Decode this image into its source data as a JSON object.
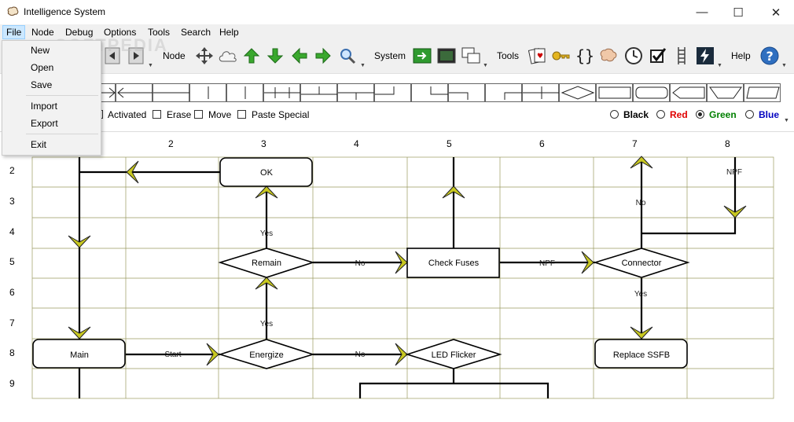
{
  "window": {
    "title": "Intelligence System"
  },
  "menubar": {
    "items": [
      {
        "label": "File"
      },
      {
        "label": "Node"
      },
      {
        "label": "Debug"
      },
      {
        "label": "Options"
      },
      {
        "label": "Tools"
      },
      {
        "label": "Search"
      },
      {
        "label": "Help"
      }
    ]
  },
  "file_menu": {
    "items": [
      {
        "label": "New"
      },
      {
        "label": "Open"
      },
      {
        "label": "Save"
      },
      {
        "label": "Import"
      },
      {
        "label": "Export"
      },
      {
        "label": "Exit"
      }
    ]
  },
  "toolbar": {
    "node_label": "Node",
    "system_label": "System",
    "tools_label": "Tools",
    "help_label": "Help",
    "dropdown_glyph": "▼",
    "icons": {
      "move": "move-arrows-icon",
      "cloud": "cloud-icon",
      "up": "arrow-up-icon",
      "down": "arrow-down-icon",
      "left": "arrow-left-icon",
      "right": "arrow-right-icon",
      "search": "magnifier-icon",
      "run": "run-icon",
      "terminal": "terminal-icon",
      "windows": "windows-icon",
      "cards": "cards-icon",
      "key": "key-icon",
      "braces": "braces-icon",
      "brain": "brain-icon",
      "clock": "clock-icon",
      "check": "checkbox-icon",
      "ladder": "ladder-icon",
      "lightning": "lightning-icon",
      "help": "help-icon"
    }
  },
  "options": {
    "checkboxes": [
      {
        "label": "Activated",
        "checked": false
      },
      {
        "label": "Erase",
        "checked": false
      },
      {
        "label": "Move",
        "checked": false
      },
      {
        "label": "Paste Special",
        "checked": false
      }
    ],
    "colors": [
      {
        "label": "Black",
        "color": "#000000",
        "selected": false
      },
      {
        "label": "Red",
        "color": "#e00000",
        "selected": false
      },
      {
        "label": "Green",
        "color": "#008000",
        "selected": true
      },
      {
        "label": "Blue",
        "color": "#0000c0",
        "selected": false
      }
    ]
  },
  "grid": {
    "column_numbers": [
      "2",
      "3",
      "4",
      "5",
      "6",
      "7",
      "8"
    ],
    "row_numbers": [
      "2",
      "3",
      "4",
      "5",
      "6",
      "7",
      "8",
      "9"
    ]
  },
  "diagram": {
    "nodes": {
      "ok": "OK",
      "remain": "Remain",
      "check_fuses": "Check Fuses",
      "connector": "Connector",
      "main": "Main",
      "energize": "Energize",
      "led_flicker": "LED Flicker",
      "replace_ssfb": "Replace SSFB"
    },
    "edge_labels": {
      "npf_top": "NPF",
      "no_connector": "No",
      "yes_remain_up": "Yes",
      "no_remain": "No",
      "npf_fuses": "NPF",
      "yes_connector": "Yes",
      "yes_energize_up": "Yes",
      "start": "Start",
      "no_energize": "No"
    },
    "colors": {
      "line": "#000000",
      "arrow_fill": "#c8c820",
      "grid_line": "#9a9a60"
    }
  },
  "watermark": {
    "text": "SOFTPEDIA"
  }
}
